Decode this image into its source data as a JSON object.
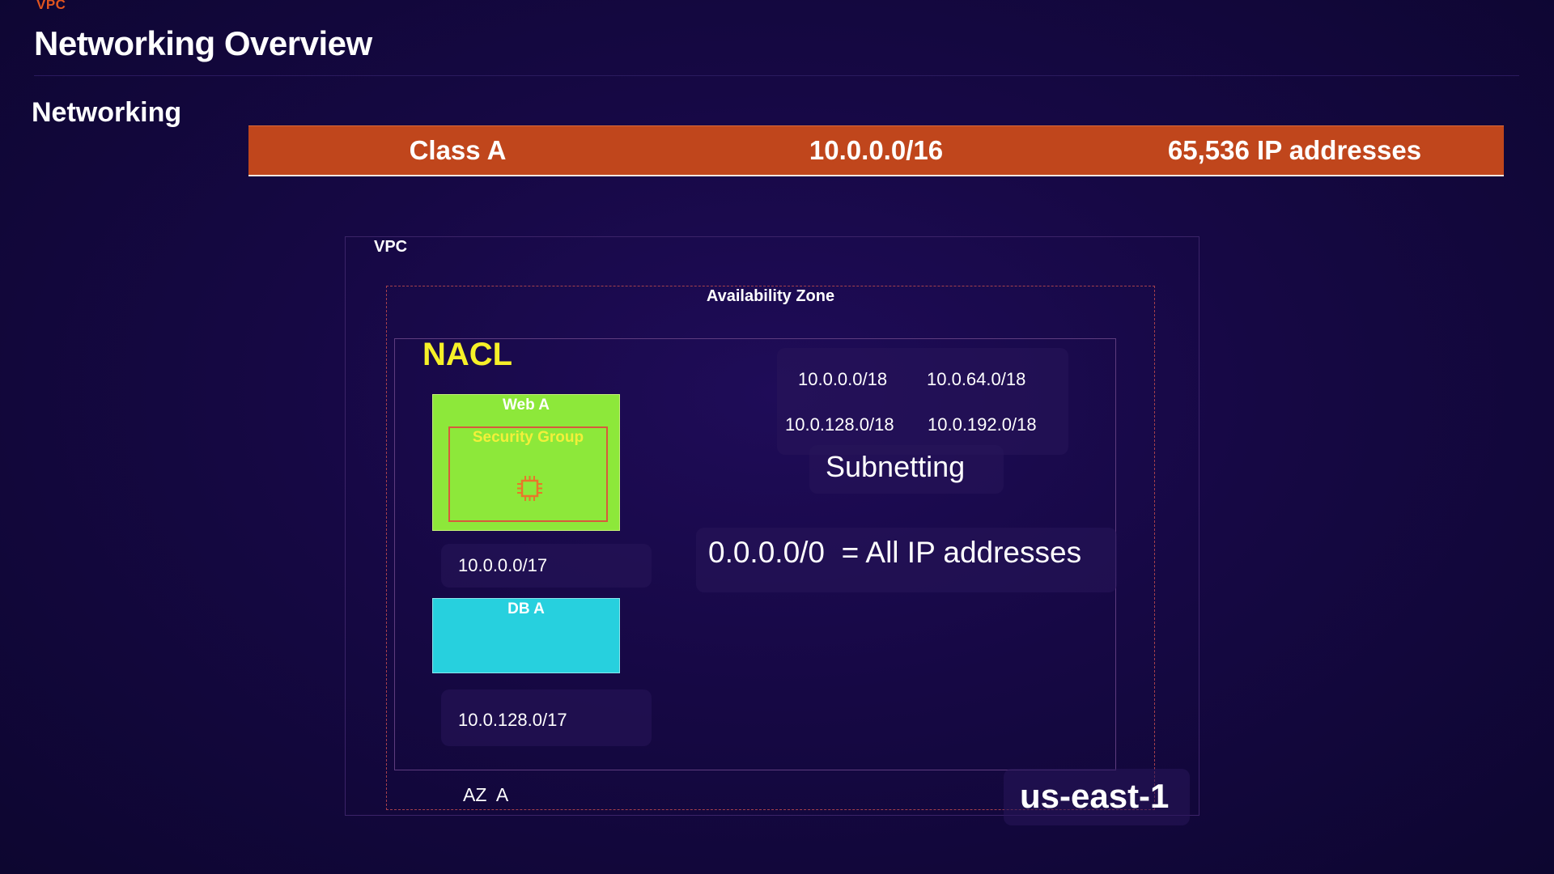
{
  "header": {
    "breadcrumb": "VPC",
    "title": "Networking Overview",
    "section": "Networking"
  },
  "class_bar": {
    "class_name": "Class A",
    "cidr": "10.0.0.0/16",
    "ip_count": "65,536 IP addresses",
    "color": "#c0461c"
  },
  "diagram": {
    "vpc_label": "VPC",
    "availability_zone_label": "Availability Zone",
    "nacl_label": "NACL",
    "web_subnet": {
      "name": "Web A",
      "security_group": "Security Group",
      "cidr": "10.0.0.0/17",
      "color": "#8de83a",
      "icon": "chip-icon"
    },
    "db_subnet": {
      "name": "DB A",
      "cidr": "10.0.128.0/17",
      "color": "#27d0de"
    },
    "subnets": [
      "10.0.0.0/18",
      "10.0.64.0/18",
      "10.0.128.0/18",
      "10.0.192.0/18"
    ],
    "subnetting_label": "Subnetting",
    "all_ip_label": "0.0.0.0/0  = All IP addresses",
    "az_name": "AZ  A",
    "region": "us-east-1"
  },
  "colors": {
    "nacl_text": "#f6f028",
    "az_border": "#a5404c",
    "breadcrumb": "#e0541f"
  }
}
